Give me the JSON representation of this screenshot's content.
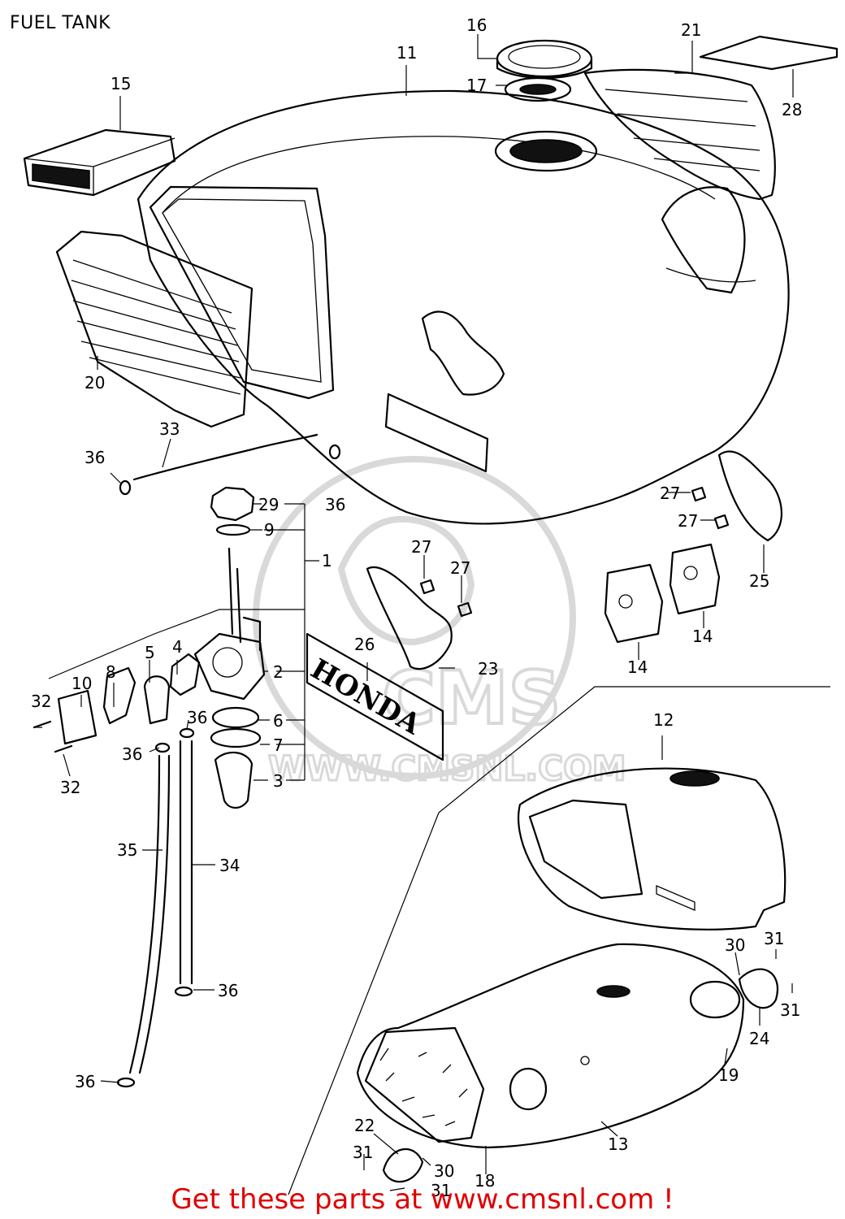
{
  "page_title": "FUEL TANK",
  "footer_text": "Get these parts at www.cmsnl.com !",
  "watermark": {
    "logo_text": "CMS",
    "url_text": "WWW.CMSNL.COM"
  },
  "emblem_text": "HONDA",
  "colors": {
    "footer": "#e00000",
    "ink": "#000000",
    "watermark": "#d9d9d9"
  },
  "callouts": [
    {
      "id": "c-16",
      "text": "16"
    },
    {
      "id": "c-11",
      "text": "11"
    },
    {
      "id": "c-21",
      "text": "21"
    },
    {
      "id": "c-15",
      "text": "15"
    },
    {
      "id": "c-17",
      "text": "17"
    },
    {
      "id": "c-28",
      "text": "28"
    },
    {
      "id": "c-20",
      "text": "20"
    },
    {
      "id": "c-33",
      "text": "33"
    },
    {
      "id": "c-36a",
      "text": "36"
    },
    {
      "id": "c-36b",
      "text": "36"
    },
    {
      "id": "c-29",
      "text": "29"
    },
    {
      "id": "c-9",
      "text": "9"
    },
    {
      "id": "c-1",
      "text": "1"
    },
    {
      "id": "c-27a",
      "text": "27"
    },
    {
      "id": "c-27b",
      "text": "27"
    },
    {
      "id": "c-27c",
      "text": "27"
    },
    {
      "id": "c-27d",
      "text": "27"
    },
    {
      "id": "c-25",
      "text": "25"
    },
    {
      "id": "c-14a",
      "text": "14"
    },
    {
      "id": "c-14b",
      "text": "14"
    },
    {
      "id": "c-26",
      "text": "26"
    },
    {
      "id": "c-23",
      "text": "23"
    },
    {
      "id": "c-2",
      "text": "2"
    },
    {
      "id": "c-5",
      "text": "5"
    },
    {
      "id": "c-4",
      "text": "4"
    },
    {
      "id": "c-10",
      "text": "10"
    },
    {
      "id": "c-8",
      "text": "8"
    },
    {
      "id": "c-32a",
      "text": "32"
    },
    {
      "id": "c-32b",
      "text": "32"
    },
    {
      "id": "c-36c",
      "text": "36"
    },
    {
      "id": "c-36d",
      "text": "36"
    },
    {
      "id": "c-6",
      "text": "6"
    },
    {
      "id": "c-7",
      "text": "7"
    },
    {
      "id": "c-3",
      "text": "3"
    },
    {
      "id": "c-12",
      "text": "12"
    },
    {
      "id": "c-35",
      "text": "35"
    },
    {
      "id": "c-34",
      "text": "34"
    },
    {
      "id": "c-36e",
      "text": "36"
    },
    {
      "id": "c-36f",
      "text": "36"
    },
    {
      "id": "c-30a",
      "text": "30"
    },
    {
      "id": "c-31a",
      "text": "31"
    },
    {
      "id": "c-31b",
      "text": "31"
    },
    {
      "id": "c-24",
      "text": "24"
    },
    {
      "id": "c-19",
      "text": "19"
    },
    {
      "id": "c-13",
      "text": "13"
    },
    {
      "id": "c-22",
      "text": "22"
    },
    {
      "id": "c-31c",
      "text": "31"
    },
    {
      "id": "c-30b",
      "text": "30"
    },
    {
      "id": "c-31d",
      "text": "31"
    },
    {
      "id": "c-18",
      "text": "18"
    }
  ]
}
